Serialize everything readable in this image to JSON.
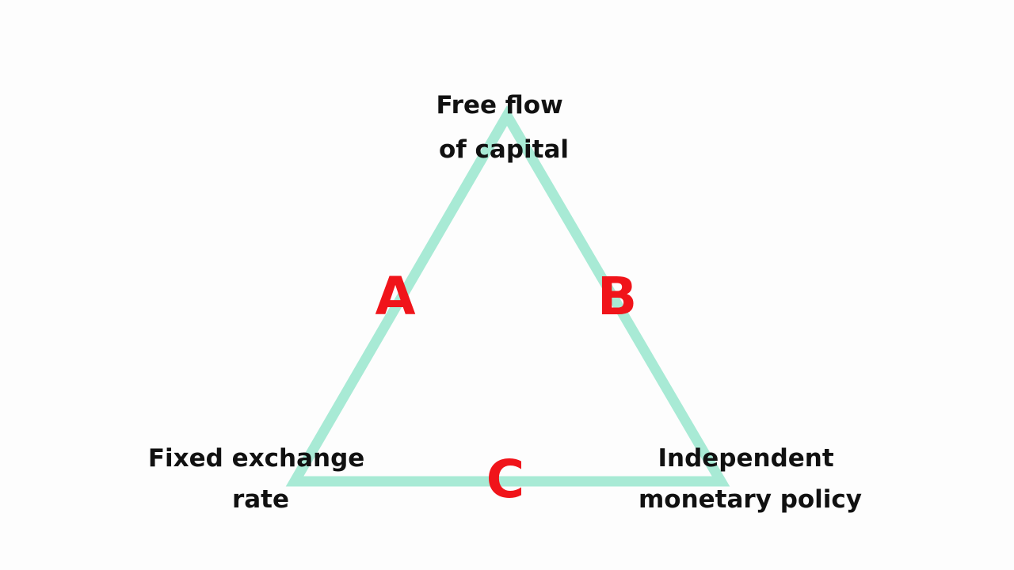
{
  "colors": {
    "triangle_stroke": "#a8ead5",
    "letter": "#f0141a",
    "text": "#111111",
    "background": "#fdfdfd"
  },
  "vertices": {
    "top": {
      "lines": [
        "Free flow",
        "of capital"
      ]
    },
    "left": {
      "lines": [
        "Fixed exchange",
        "rate"
      ]
    },
    "right": {
      "lines": [
        "Independent",
        "monetary policy"
      ]
    }
  },
  "edges": {
    "left": {
      "letter": "A"
    },
    "right": {
      "letter": "B"
    },
    "bottom": {
      "letter": "C"
    }
  }
}
